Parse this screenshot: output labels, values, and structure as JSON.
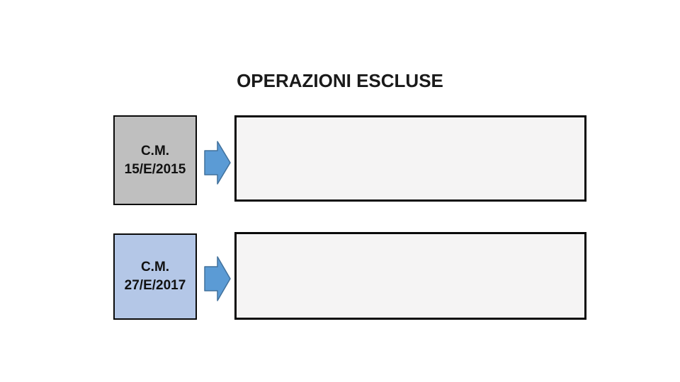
{
  "slide": {
    "title": "OPERAZIONI ESCLUSE",
    "rows": [
      {
        "source": {
          "line1": "C.M.",
          "line2": "15/E/2015"
        },
        "content_text": ""
      },
      {
        "source": {
          "line1": "C.M.",
          "line2": "27/E/2017"
        },
        "content_text": ""
      }
    ],
    "icons": {
      "flow_arrow": "right-block-arrow"
    },
    "colors": {
      "title_text": "#1a1a1a",
      "source_box_row1_fill": "#bfbfbf",
      "source_box_row2_fill": "#b4c7e7",
      "content_box_fill": "#f5f4f4",
      "box_border": "#0a0a0a",
      "arrow_fill": "#5b9bd5",
      "arrow_stroke": "#41719c",
      "background": "#ffffff"
    }
  }
}
